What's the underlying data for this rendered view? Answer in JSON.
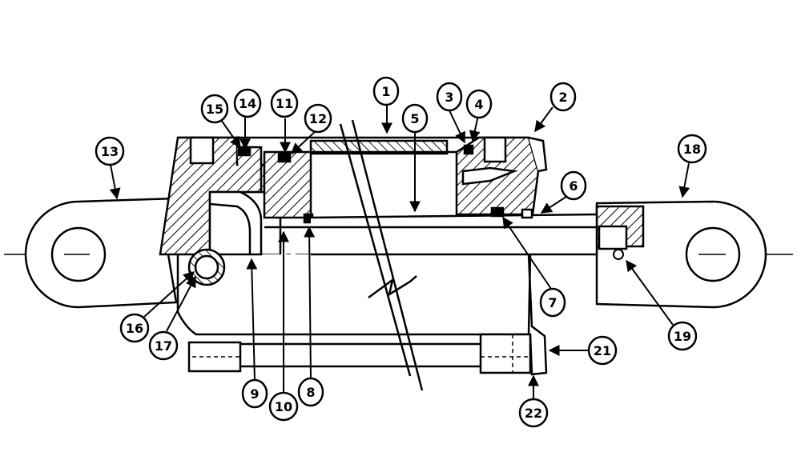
{
  "callouts": [
    {
      "id": "c1",
      "label": "1"
    },
    {
      "id": "c2",
      "label": "2"
    },
    {
      "id": "c3",
      "label": "3"
    },
    {
      "id": "c4",
      "label": "4"
    },
    {
      "id": "c5",
      "label": "5"
    },
    {
      "id": "c6",
      "label": "6"
    },
    {
      "id": "c7",
      "label": "7"
    },
    {
      "id": "c8",
      "label": "8"
    },
    {
      "id": "c9",
      "label": "9"
    },
    {
      "id": "c10",
      "label": "10"
    },
    {
      "id": "c11",
      "label": "11"
    },
    {
      "id": "c12",
      "label": "12"
    },
    {
      "id": "c13",
      "label": "13"
    },
    {
      "id": "c14",
      "label": "14"
    },
    {
      "id": "c15",
      "label": "15"
    },
    {
      "id": "c16",
      "label": "16"
    },
    {
      "id": "c17",
      "label": "17"
    },
    {
      "id": "c18",
      "label": "18"
    },
    {
      "id": "c19",
      "label": "19"
    },
    {
      "id": "c21",
      "label": "21"
    },
    {
      "id": "c22",
      "label": "22"
    }
  ]
}
